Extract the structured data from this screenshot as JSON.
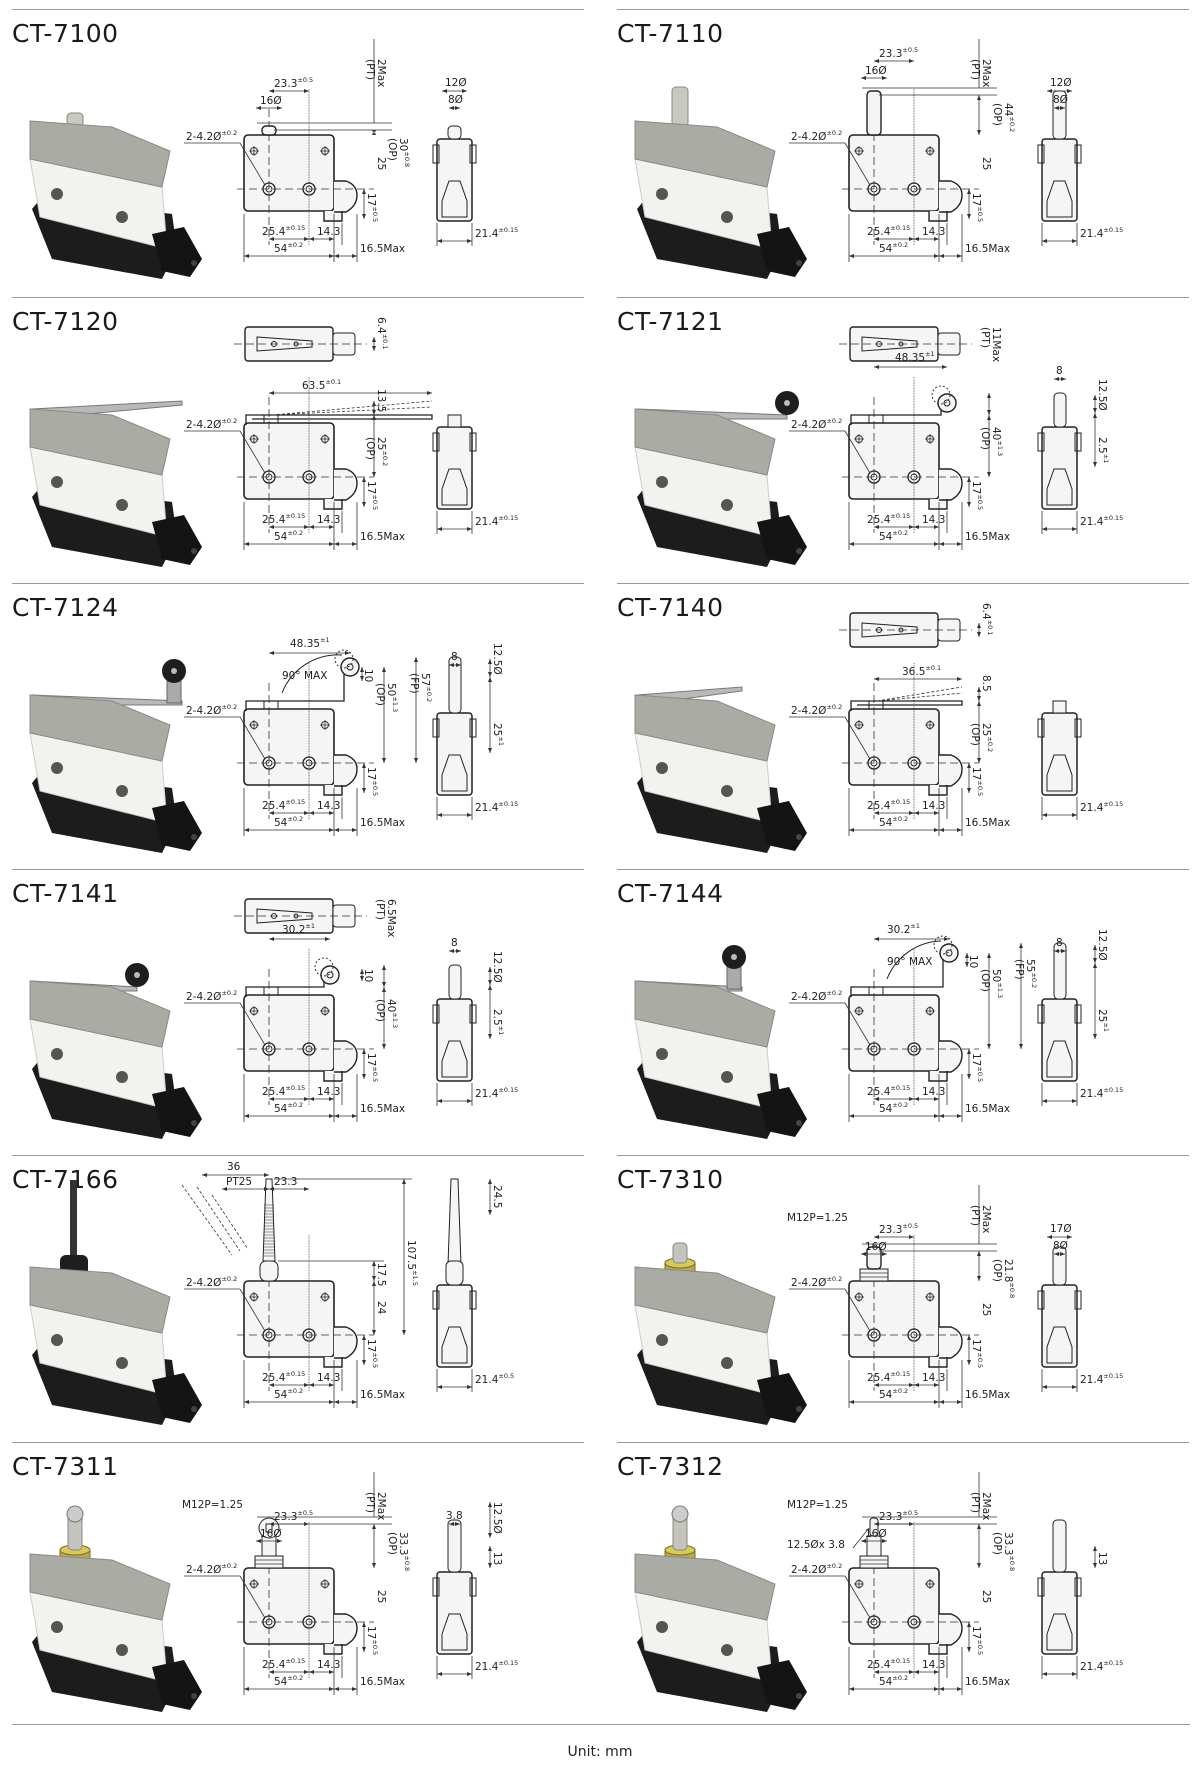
{
  "footer": {
    "unit_label": "Unit: mm"
  },
  "common_dims": {
    "hole": {
      "v": "2-4.2Ø",
      "t": "±0.2"
    },
    "pitch": {
      "v": "25.4",
      "t": "±0.15"
    },
    "offset": {
      "v": "14.3"
    },
    "length": {
      "v": "54",
      "t": "±0.2"
    },
    "plunger_len": {
      "v": "16.5Max"
    },
    "height_low": {
      "v": "17",
      "t": "±0.5"
    },
    "width": {
      "v": "21.4",
      "t": "±0.15"
    }
  },
  "products": [
    {
      "name": "CT-7100",
      "variant": "plunger",
      "dims": {
        "act_offset": {
          "v": "23.3",
          "t": "±0.5"
        },
        "head_dia": {
          "v": "16Ø"
        },
        "pt": {
          "v": "2Max",
          "note": "(PT)"
        },
        "h_top": {
          "v": "25"
        },
        "op": {
          "v": "30",
          "t": "±0.8",
          "note": "(OP)"
        },
        "side_outer": {
          "v": "12Ø"
        },
        "side_inner": {
          "v": "8Ø"
        }
      }
    },
    {
      "name": "CT-7110",
      "variant": "plunger_long",
      "dims": {
        "act_offset": {
          "v": "23.3",
          "t": "±0.5"
        },
        "head_dia": {
          "v": "16Ø"
        },
        "pt": {
          "v": "2Max",
          "note": "(PT)"
        },
        "h_top": {
          "v": "25"
        },
        "op": {
          "v": "44",
          "t": "±0.2",
          "note": "(OP)"
        },
        "side_outer": {
          "v": "12Ø"
        },
        "side_inner": {
          "v": "8Ø"
        }
      }
    },
    {
      "name": "CT-7120",
      "variant": "lever_long",
      "dims": {
        "top_w": {
          "v": "6.4",
          "t": "±0.1"
        },
        "lever_len": {
          "v": "63.5",
          "t": "±0.1"
        },
        "lever_h": {
          "v": "13.5"
        },
        "op": {
          "v": "25",
          "t": "±0.2",
          "note": "(OP)"
        }
      }
    },
    {
      "name": "CT-7121",
      "variant": "roller_lever_long",
      "dims": {
        "pt": {
          "v": "11Max",
          "note": "(PT)"
        },
        "lever_len": {
          "v": "48.35",
          "t": "±1"
        },
        "op": {
          "v": "40",
          "t": "±1.3",
          "note": "(OP)"
        },
        "roller_w": {
          "v": "8"
        },
        "roller_dia": {
          "v": "12.5Ø"
        },
        "side_h": {
          "v": "2.5",
          "t": "±1"
        }
      }
    },
    {
      "name": "CT-7124",
      "variant": "angled_roller_long",
      "dims": {
        "lever_len": {
          "v": "48.35",
          "t": "±1"
        },
        "angle": {
          "v": "90° MAX"
        },
        "arm": {
          "v": "10"
        },
        "op": {
          "v": "50",
          "t": "±1.3",
          "note": "(OP)"
        },
        "fp": {
          "v": "57",
          "t": "±0.2",
          "note": "(FP)"
        },
        "roller_w": {
          "v": "8"
        },
        "roller_dia": {
          "v": "12.5Ø"
        },
        "side_h": {
          "v": "25",
          "t": "±1"
        }
      }
    },
    {
      "name": "CT-7140",
      "variant": "lever_short",
      "dims": {
        "top_w": {
          "v": "6.4",
          "t": "±0.1"
        },
        "lever_len": {
          "v": "36.5",
          "t": "±0.1"
        },
        "lever_h": {
          "v": "8.5"
        },
        "op": {
          "v": "25",
          "t": "±0.2",
          "note": "(OP)"
        }
      }
    },
    {
      "name": "CT-7141",
      "variant": "roller_lever_short",
      "dims": {
        "pt": {
          "v": "6.5Max",
          "note": "(PT)"
        },
        "lever_len": {
          "v": "30.2",
          "t": "±1"
        },
        "arm": {
          "v": "10"
        },
        "op": {
          "v": "40",
          "t": "±1.3",
          "note": "(OP)"
        },
        "roller_w": {
          "v": "8"
        },
        "roller_dia": {
          "v": "12.5Ø"
        },
        "side_h": {
          "v": "2.5",
          "t": "±1"
        }
      }
    },
    {
      "name": "CT-7144",
      "variant": "angled_roller_short",
      "dims": {
        "lever_len": {
          "v": "30.2",
          "t": "±1"
        },
        "angle": {
          "v": "90° MAX"
        },
        "arm": {
          "v": "10"
        },
        "op": {
          "v": "50",
          "t": "±1.3",
          "note": "(OP)"
        },
        "fp": {
          "v": "55",
          "t": "±0.2",
          "note": "(FP)"
        },
        "roller_w": {
          "v": "8"
        },
        "roller_dia": {
          "v": "12.5Ø"
        },
        "side_h": {
          "v": "25",
          "t": "±1"
        }
      }
    },
    {
      "name": "CT-7166",
      "variant": "wobble",
      "dims": {
        "swing": {
          "v": "36"
        },
        "pt_swing": {
          "v": "PT25"
        },
        "act_offset": {
          "v": "23.3"
        },
        "total_h": {
          "v": "107.5",
          "t": "±1.5"
        },
        "collar_h": {
          "v": "17.5"
        },
        "h_top": {
          "v": "24"
        },
        "tip": {
          "v": "24.5"
        },
        "width_alt": {
          "v": "21.4",
          "t": "±0.5"
        }
      }
    },
    {
      "name": "CT-7310",
      "variant": "m12_plunger",
      "dims": {
        "thread": {
          "v": "M12P=1.25"
        },
        "act_offset": {
          "v": "23.3",
          "t": "±0.5"
        },
        "head_dia": {
          "v": "16Ø"
        },
        "pt": {
          "v": "2Max",
          "note": "(PT)"
        },
        "op": {
          "v": "21.8",
          "t": "±0.8",
          "note": "(OP)"
        },
        "h_top": {
          "v": "25"
        },
        "side_outer": {
          "v": "17Ø"
        },
        "side_inner": {
          "v": "8Ø"
        }
      }
    },
    {
      "name": "CT-7311",
      "variant": "m12_roller",
      "dims": {
        "thread": {
          "v": "M12P=1.25"
        },
        "act_offset": {
          "v": "23.3",
          "t": "±0.5"
        },
        "head_dia": {
          "v": "16Ø"
        },
        "pt": {
          "v": "2Max",
          "note": "(PT)"
        },
        "op": {
          "v": "33.3",
          "t": "±0.8",
          "note": "(OP)"
        },
        "h_top": {
          "v": "25"
        },
        "roller_w": {
          "v": "3.8"
        },
        "roller_dia": {
          "v": "12.5Ø"
        },
        "side_h": {
          "v": "13"
        }
      }
    },
    {
      "name": "CT-7312",
      "variant": "m12_roller_cross",
      "dims": {
        "thread": {
          "v": "M12P=1.25"
        },
        "act_offset": {
          "v": "23.3",
          "t": "±0.5"
        },
        "head_dia": {
          "v": "16Ø"
        },
        "roller_size": {
          "v": "12.5Øx 3.8"
        },
        "pt": {
          "v": "2Max",
          "note": "(PT)"
        },
        "op": {
          "v": "33.3",
          "t": "±0.8",
          "note": "(OP)"
        },
        "h_top": {
          "v": "25"
        },
        "side_h": {
          "v": "13"
        }
      }
    }
  ]
}
